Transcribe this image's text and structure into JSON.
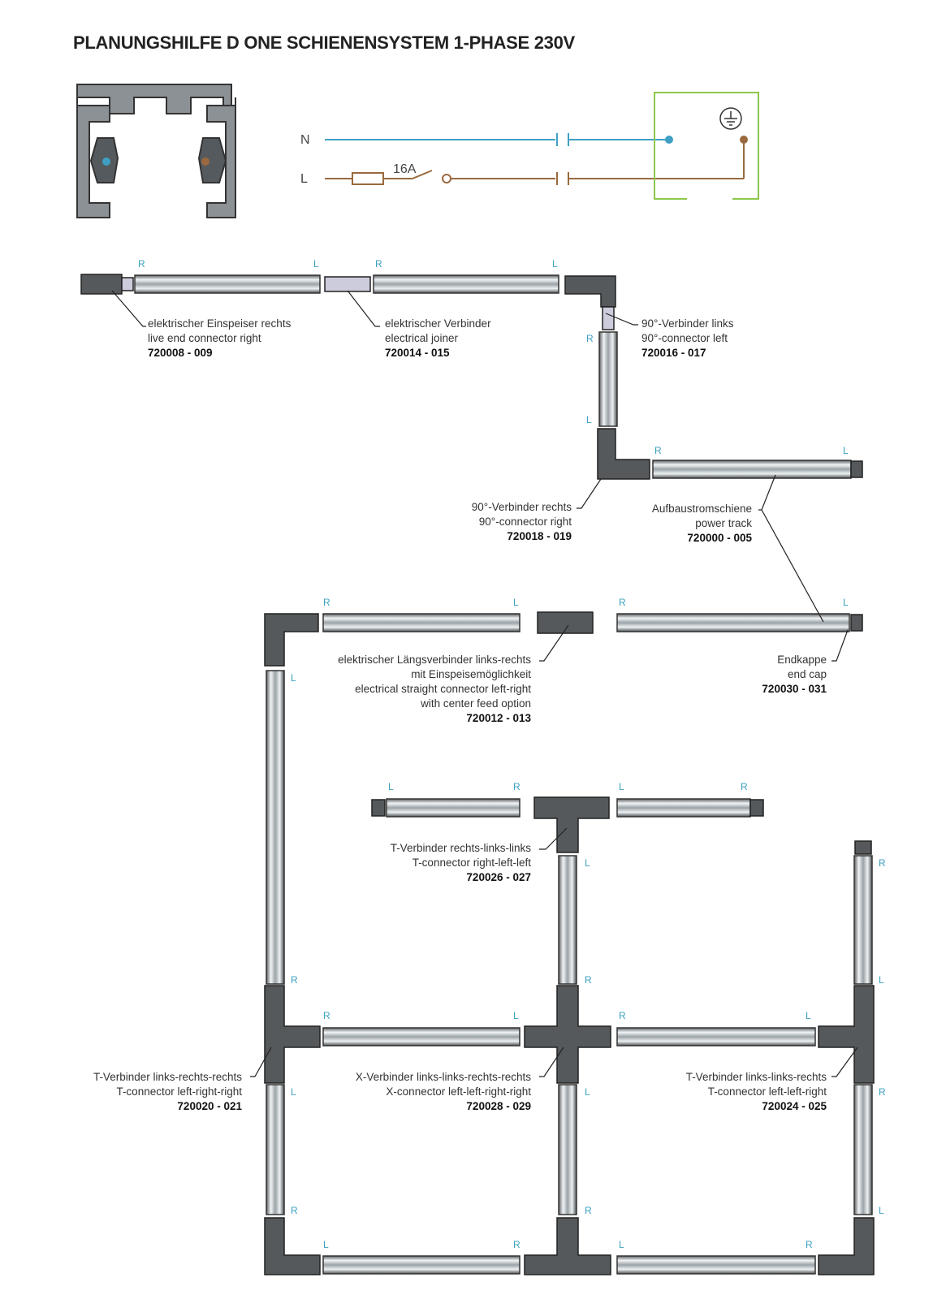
{
  "title": "PLANUNGSHILFE D ONE SCHIENENSYSTEM 1-PHASE 230V",
  "wiring": {
    "n": "N",
    "l": "L",
    "fuse": "16A"
  },
  "colors": {
    "neutral": "#3fa0c4",
    "live": "#9a6a3e",
    "box": "#8cc84b",
    "rail": "#9aa0a6",
    "railDark": "#33373a"
  },
  "labels": {
    "c1": [
      "elektrischer Einspeiser rechts",
      "live end connector right",
      "720008 - 009"
    ],
    "c2": [
      "elektrischer Verbinder",
      "electrical joiner",
      "720014 - 015"
    ],
    "c3": [
      "90°-Verbinder links",
      "90°-connector left",
      "720016 - 017"
    ],
    "c4": [
      "90°-Verbinder rechts",
      "90°-connector right",
      "720018 - 019"
    ],
    "c5": [
      "Aufbaustromschiene",
      "power track",
      "720000 - 005"
    ],
    "c6": [
      "elektrischer Längsverbinder links-rechts",
      "mit Einspeisemöglichkeit",
      "electrical straight connector left-right",
      "with center feed option",
      "720012 - 013"
    ],
    "c7": [
      "Endkappe",
      "end cap",
      "720030 - 031"
    ],
    "c8": [
      "T-Verbinder rechts-links-links",
      "T-connector right-left-left",
      "720026 - 027"
    ],
    "c9": [
      "T-Verbinder links-rechts-rechts",
      "T-connector left-right-right",
      "720020 - 021"
    ],
    "c10": [
      "X-Verbinder links-links-rechts-rechts",
      "X-connector left-left-right-right",
      "720028 - 029"
    ],
    "c11": [
      "T-Verbinder links-links-rechts",
      "T-connector left-left-right",
      "720024 - 025"
    ]
  },
  "side": {
    "r": "R",
    "l": "L"
  }
}
